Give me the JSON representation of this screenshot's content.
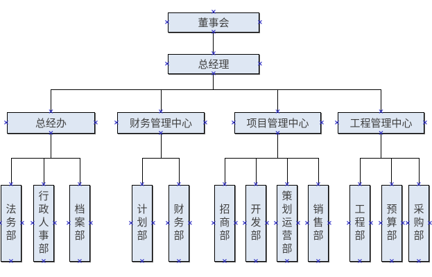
{
  "icons": {
    "connection_handle": "×"
  },
  "colors": {
    "box_fill": "#dee7f3",
    "box_border": "#000000",
    "connector": "#000000",
    "handle": "#2d2dc4",
    "text": "#3f3f3f",
    "background": "#ffffff"
  },
  "org_chart": {
    "type": "org-tree",
    "board": "董事会",
    "general_manager": "总经理",
    "centers": [
      {
        "name": "总经办",
        "departments": [
          "法务部",
          "行政人事部",
          "档案部"
        ]
      },
      {
        "name": "财务管理中心",
        "departments": [
          "计划部",
          "财务部"
        ]
      },
      {
        "name": "项目管理中心",
        "departments": [
          "招商部",
          "开发部",
          "策划运营部",
          "销售部"
        ]
      },
      {
        "name": "工程管理中心",
        "departments": [
          "工程部",
          "预算部",
          "采购部"
        ]
      }
    ]
  }
}
